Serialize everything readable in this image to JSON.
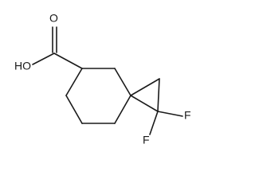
{
  "diagram": {
    "atoms": {
      "oxygen_double": "O",
      "hydroxyl": "HO",
      "fluorine_top": "F",
      "fluorine_bottom": "F"
    },
    "colors": {
      "bond": "#1a1a1a",
      "background": "#ffffff"
    }
  }
}
